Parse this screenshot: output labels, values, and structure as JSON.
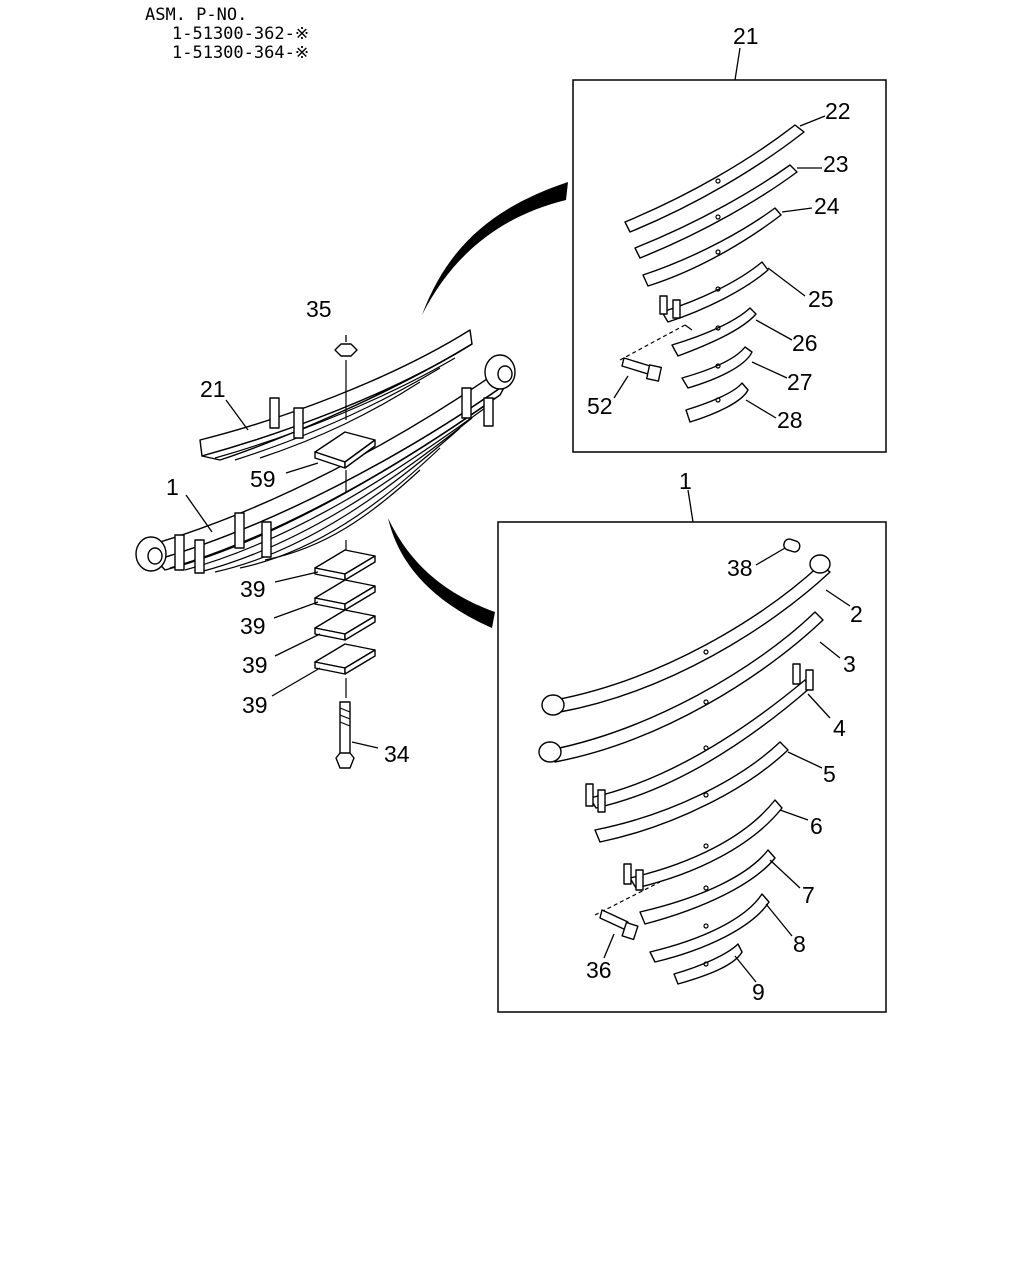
{
  "header": {
    "title": "ASM. P-NO.",
    "part_numbers": [
      "1-51300-362-※",
      "1-51300-364-※"
    ]
  },
  "main_callouts": {
    "c35": "35",
    "c21": "21",
    "c59": "59",
    "c1": "1",
    "c39a": "39",
    "c39b": "39",
    "c39c": "39",
    "c39d": "39",
    "c34": "34"
  },
  "detail_21": {
    "title": "21",
    "c22": "22",
    "c23": "23",
    "c24": "24",
    "c25": "25",
    "c26": "26",
    "c27": "27",
    "c28": "28",
    "c52": "52"
  },
  "detail_1": {
    "title": "1",
    "c38": "38",
    "c2": "2",
    "c3": "3",
    "c4": "4",
    "c5": "5",
    "c6": "6",
    "c7": "7",
    "c8": "8",
    "c9": "9",
    "c36": "36"
  }
}
